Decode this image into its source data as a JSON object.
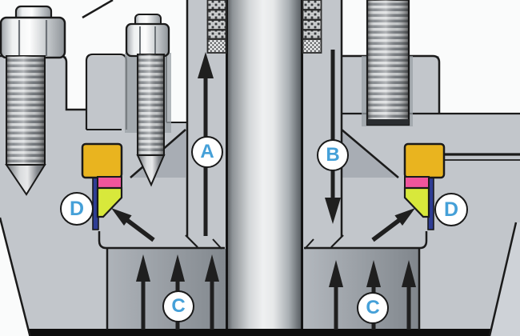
{
  "diagram": {
    "type": "mechanical-cross-section",
    "subject": "packing-gland-stuffing-box",
    "labels": {
      "flow_a": "A",
      "flow_b": "B",
      "flow_c_left": "C",
      "flow_c_right": "C",
      "seal_d_left": "D",
      "seal_d_right": "D"
    },
    "flows": [
      {
        "id": "A",
        "icon": "arrow-up",
        "location": "left-annulus"
      },
      {
        "id": "B",
        "icon": "arrow-down",
        "location": "right-annulus"
      },
      {
        "id": "C",
        "icon": "arrow-up",
        "location": "bottom-bore-both-sides",
        "arrow_count": 6
      },
      {
        "id": "D",
        "icon": "arrow-diagonal-to-seal",
        "location": "seal-wedge-both-sides",
        "arrow_count": 2
      }
    ],
    "colors": {
      "label_letter_blue": "#45a0d8",
      "badge_fill": "#ffffff",
      "outline_black": "#1a1a1a",
      "body_gray": "#c2c6cb",
      "background_white": "#fafbfb",
      "seal_gland_yellow": "#e9b41f",
      "seal_ring_pink": "#f0559c",
      "seal_wedge_green": "#d8e83b",
      "seal_strip_blue": "#2e3d94",
      "bottom_band_black": "#0d0d0d"
    }
  }
}
